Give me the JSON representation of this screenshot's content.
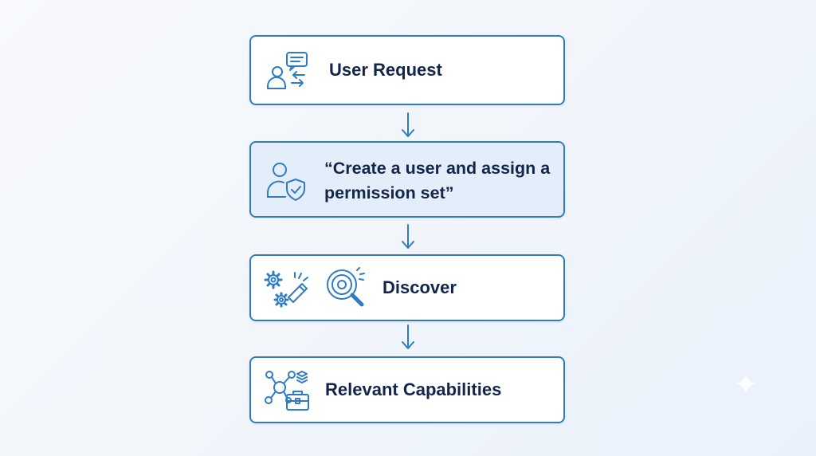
{
  "steps": [
    {
      "label": "User Request",
      "icons": [
        "user-chat-exchange-icon"
      ]
    },
    {
      "label": "“Create a user and assign a permission set”",
      "icons": [
        "user-shield-check-icon"
      ]
    },
    {
      "label": "Discover",
      "icons": [
        "gears-flashlight-icon",
        "magnifier-icon"
      ]
    },
    {
      "label": "Relevant Capabilities",
      "icons": [
        "network-toolbox-icon"
      ]
    }
  ],
  "colors": {
    "accent": "#2f7cc4",
    "text": "#13254a",
    "highlight_fill": "#e3eefa",
    "box_fill": "#ffffff"
  }
}
